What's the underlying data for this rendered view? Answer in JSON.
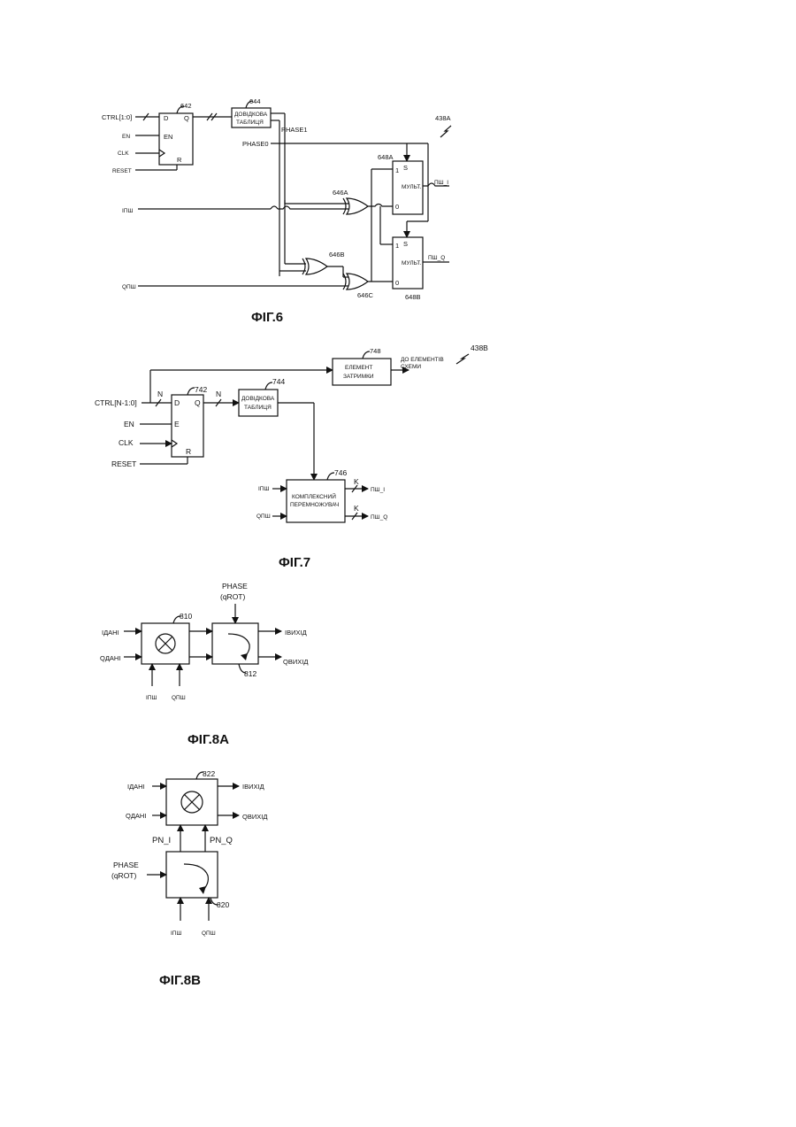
{
  "fig6": {
    "caption": "ФІГ.6",
    "ref": "438A",
    "flipflop": {
      "ref": "642",
      "d": "D",
      "q": "Q",
      "en": "EN",
      "r": "R"
    },
    "inputs": {
      "ctrl": "CTRL[1:0]",
      "en": "EN",
      "clk": "CLK",
      "reset": "RESET",
      "ipn": "IПШ",
      "qpn": "QПШ"
    },
    "lut": {
      "ref": "644",
      "line1": "ДОВІДКОВА",
      "line2": "ТАБЛИЦЯ"
    },
    "phase1": "PHASE1",
    "phase0": "PHASE0",
    "xor_a": "646A",
    "xor_b": "646B",
    "xor_c": "646C",
    "mux_a": {
      "ref": "648A",
      "label": "МУЛЬТ.",
      "s": "S",
      "one": "1",
      "zero": "0",
      "out": "ПШ_I"
    },
    "mux_b": {
      "ref": "648B",
      "label": "МУЛЬТ.",
      "s": "S",
      "one": "1",
      "zero": "0",
      "out": "ПШ_Q"
    }
  },
  "fig7": {
    "caption": "ФІГ.7",
    "ref": "438B",
    "ctrl": "CTRL[N-1:0]",
    "bus_n": "N",
    "flipflop": {
      "ref": "742",
      "d": "D",
      "q": "Q",
      "e": "E",
      "r": "R"
    },
    "inputs": {
      "en": "EN",
      "clk": "CLK",
      "reset": "RESET",
      "ipn": "IПШ",
      "qpn": "QПШ"
    },
    "lut": {
      "ref": "744",
      "line1": "ДОВІДКОВА",
      "line2": "ТАБЛИЦЯ"
    },
    "delay": {
      "ref": "748",
      "line1": "ЕЛЕМЕНТ",
      "line2": "ЗАТРИМКИ"
    },
    "to_elements": {
      "line1": "ДО ЕЛЕМЕНТІВ",
      "line2": "СХЕМИ"
    },
    "mult": {
      "ref": "746",
      "line1": "КОМПЛЕКСНИЙ",
      "line2": "ПЕРЕМНОЖУВАЧ"
    },
    "bus_k": "K",
    "out_i": "ПШ_I",
    "out_q": "ПШ_Q"
  },
  "fig8a": {
    "caption": "ФІГ.8А",
    "phase": "PHASE",
    "qrot": "(qROT)",
    "i_data": "IДАНІ",
    "q_data": "QДАНІ",
    "i_out": "IВИХІД",
    "q_out": "QВИХІД",
    "ipn": "IПШ",
    "qpn": "QПШ",
    "ref_mult": "810",
    "ref_rot": "812"
  },
  "fig8b": {
    "caption": "ФІГ.8В",
    "phase": "PHASE",
    "qrot": "(qROT)",
    "i_data": "IДАНІ",
    "q_data": "QДАНІ",
    "i_out": "IВИХІД",
    "q_out": "QВИХІД",
    "pn_i": "PN_I",
    "pn_q": "PN_Q",
    "ipn": "IПШ",
    "qpn": "QПШ",
    "ref_mult": "822",
    "ref_rot": "820"
  }
}
